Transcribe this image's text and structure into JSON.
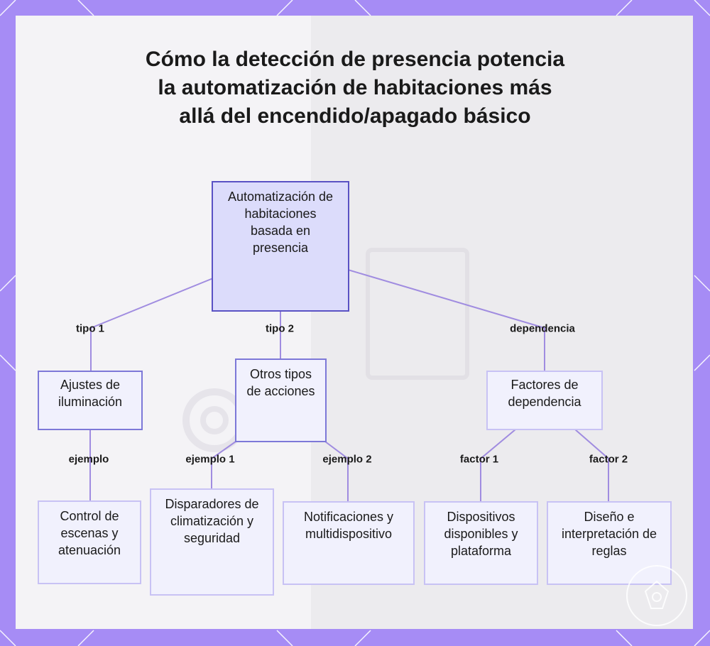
{
  "diagram": {
    "title": "Cómo la detección de presencia potencia la automatización de habitaciones más allá del encendido/apagado básico",
    "nodes": {
      "root": "Automatización de habitaciones basada en presencia",
      "lighting": "Ajustes de iluminación",
      "other_actions": "Otros tipos de acciones",
      "dependency_factors": "Factores de dependencia",
      "scene_control": "Control de escenas y atenuación",
      "climate_security": "Disparadores de climatización y seguridad",
      "notifications": "Notificaciones y multidispositivo",
      "devices_platform": "Dispositivos disponibles y plataforma",
      "rule_design": "Diseño e interpretación de reglas"
    },
    "edges": {
      "type1": "tipo 1",
      "type2": "tipo 2",
      "dependency": "dependencia",
      "example": "ejemplo",
      "example1": "ejemplo 1",
      "example2": "ejemplo 2",
      "factor1": "factor 1",
      "factor2": "factor 2"
    },
    "colors": {
      "background_frame": "#a68cf5",
      "edge_line": "#a08ce0",
      "root_fill": "#dcdcfb",
      "root_border": "#5a52c4",
      "node_fill": "#f1f1fd",
      "node_border": "#c8c2f4"
    }
  }
}
